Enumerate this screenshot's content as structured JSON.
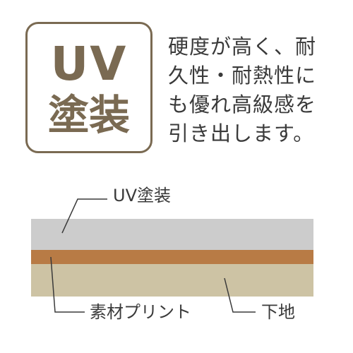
{
  "badge": {
    "line1": "UV",
    "line2": "塗装"
  },
  "description": {
    "lines": [
      "硬度が高く、耐",
      "久性・耐熱性に",
      "も優れ高級感を",
      "引き出します。"
    ]
  },
  "diagram": {
    "uv_label": "UV塗装",
    "print_label": "素材プリント",
    "base_label": "下地"
  },
  "colors": {
    "brand": "#7a6a52",
    "uv_layer": "#cccccc",
    "print_layer": "#b87b45",
    "base_layer": "#cdc3a4",
    "text": "#3a3a3a"
  }
}
